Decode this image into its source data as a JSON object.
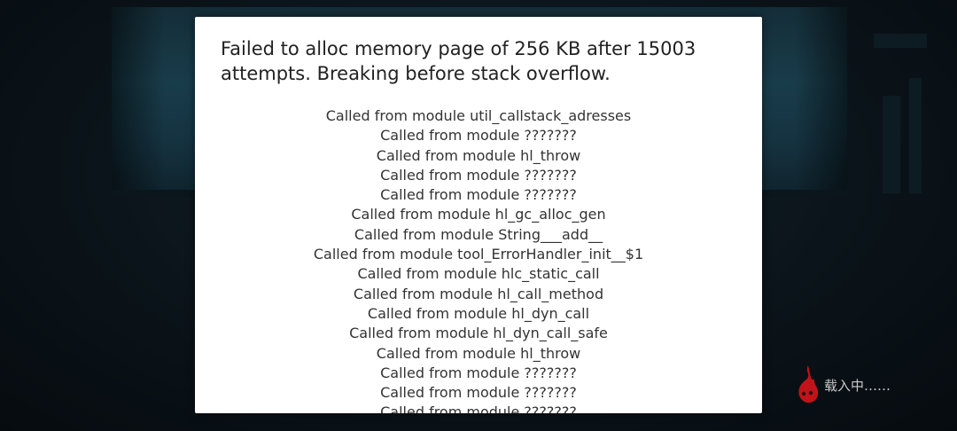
{
  "dialog": {
    "title": "Failed to alloc memory page of 256 KB after 15003 attempts. Breaking before stack overflow.",
    "callstack": [
      "Called from module util_callstack_adresses",
      "Called from module ???????",
      "Called from module hl_throw",
      "Called from module ???????",
      "Called from module ???????",
      "Called from module hl_gc_alloc_gen",
      "Called from module String___add__",
      "Called from module tool_ErrorHandler_init__$1",
      "Called from module hlc_static_call",
      "Called from module hl_call_method",
      "Called from module hl_dyn_call",
      "Called from module hl_dyn_call_safe",
      "Called from module hl_throw",
      "Called from module ???????",
      "Called from module ???????",
      "Called from module ???????"
    ]
  },
  "loading": {
    "text": "载入中……",
    "icon": "flame-loading-icon",
    "color": "#c0141a"
  }
}
